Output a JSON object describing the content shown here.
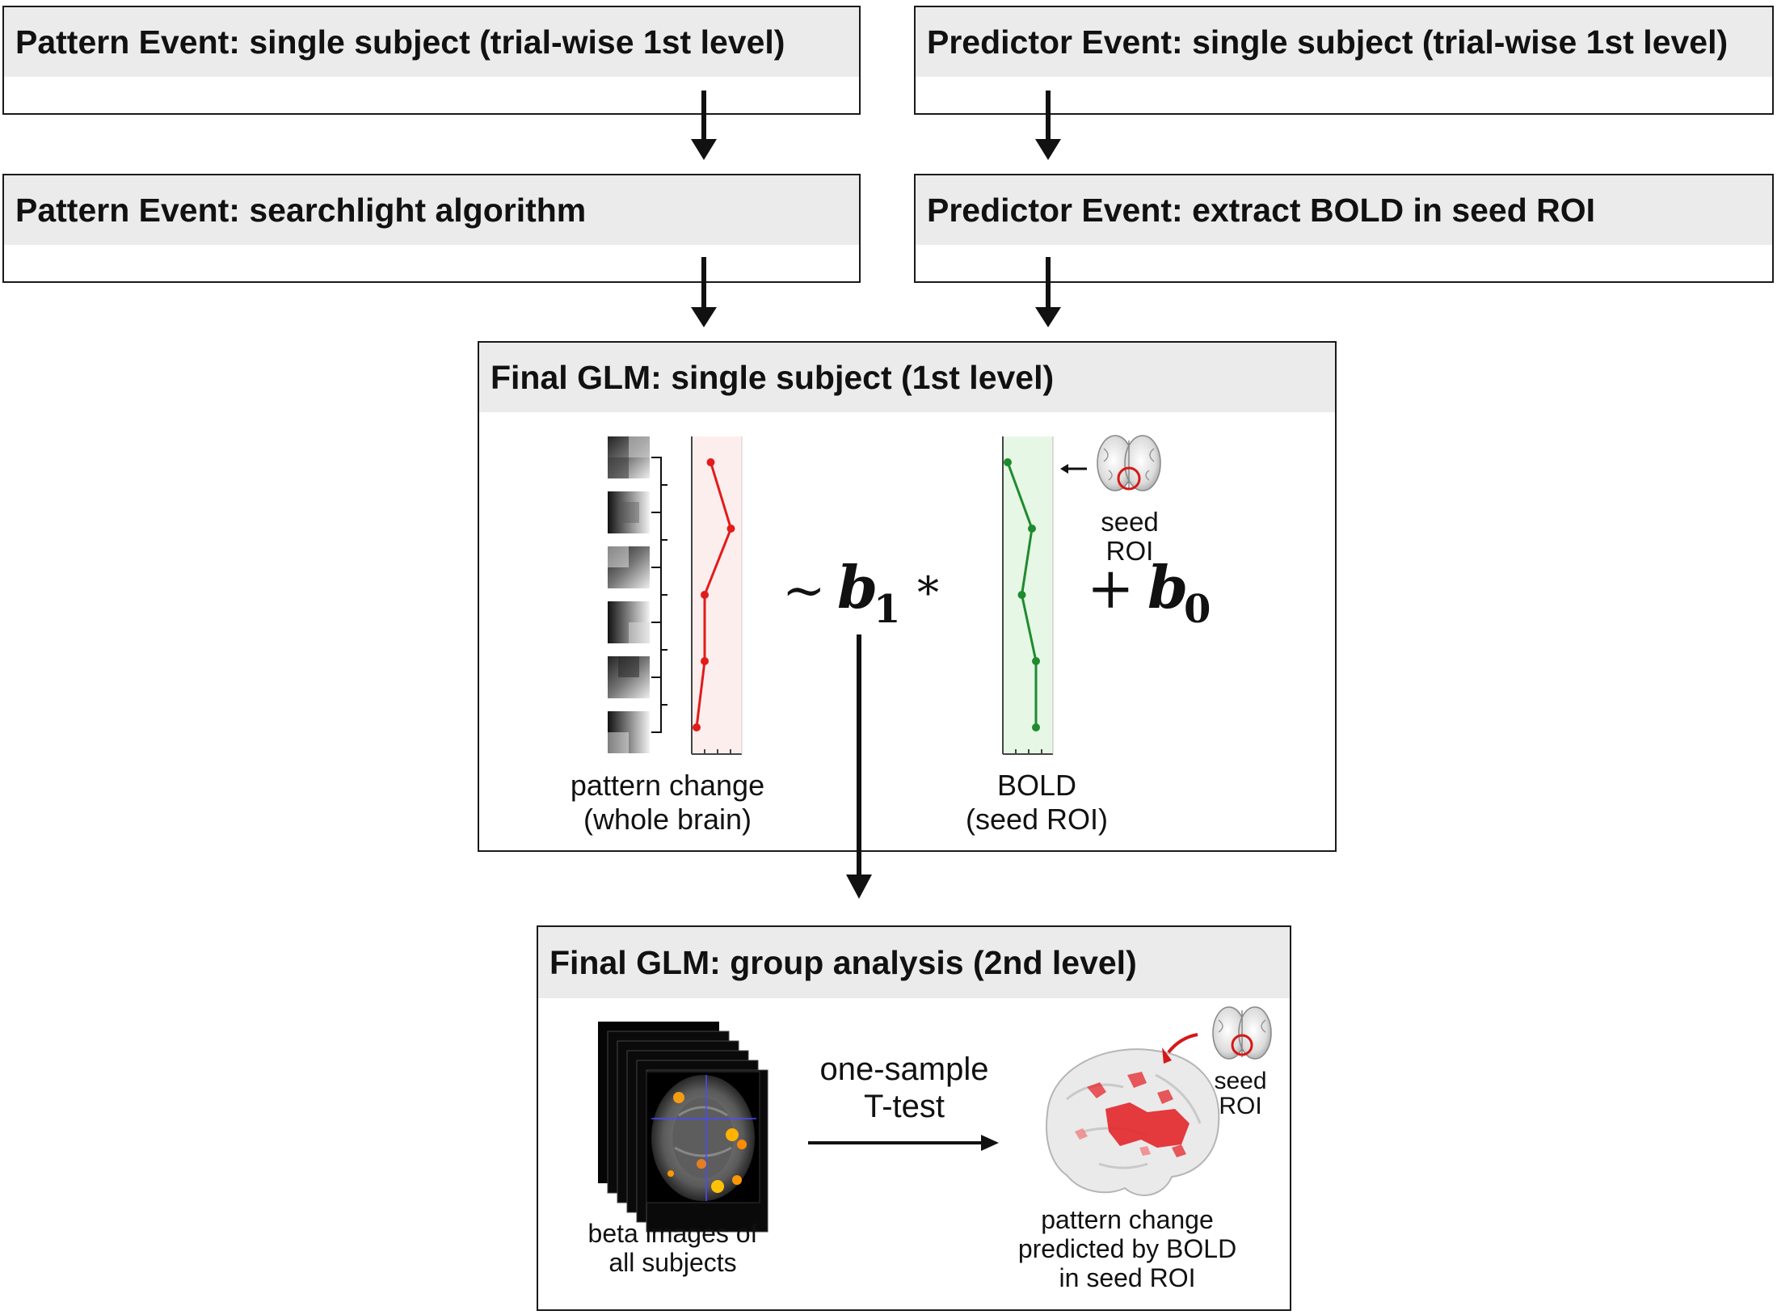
{
  "boxes": {
    "pattern_level1": "Pattern Event: single subject (trial-wise 1st level)",
    "predictor_level1": "Predictor Event: single subject (trial-wise 1st level)",
    "pattern_searchlight": "Pattern Event: searchlight algorithm",
    "predictor_extract": "Predictor Event: extract BOLD in seed ROI",
    "final_glm_single": "Final GLM: single subject (1st level)",
    "final_glm_group": "Final GLM: group analysis (2nd level)"
  },
  "single_subject_panel": {
    "pattern_label_line1": "pattern change",
    "pattern_label_line2": "(whole brain)",
    "bold_label_line1": "BOLD",
    "bold_label_line2": "(seed ROI)",
    "seed_label_line1": "seed",
    "seed_label_line2": "ROI",
    "equation": {
      "tilde": "~",
      "beta1": "b",
      "beta1_sub": "1",
      "times": "*",
      "plus": "+",
      "beta0": "b",
      "beta0_sub": "0"
    },
    "pattern_series_color": "#e21b1b",
    "bold_series_color": "#1f8b2e",
    "pattern_series": [
      0.35,
      0.85,
      0.2,
      0.2,
      0.0
    ],
    "bold_series": [
      0.0,
      0.6,
      0.35,
      0.7,
      0.7
    ]
  },
  "group_panel": {
    "beta_label_line1": "beta images of",
    "beta_label_line2": "all subjects",
    "test_label_line1": "one-sample",
    "test_label_line2": "T-test",
    "result_label_line1": "pattern change",
    "result_label_line2": "predicted by BOLD",
    "result_label_line3": "in seed ROI",
    "seed_label_line1": "seed",
    "seed_label_line2": "ROI",
    "activation_color": "#e3262a"
  }
}
